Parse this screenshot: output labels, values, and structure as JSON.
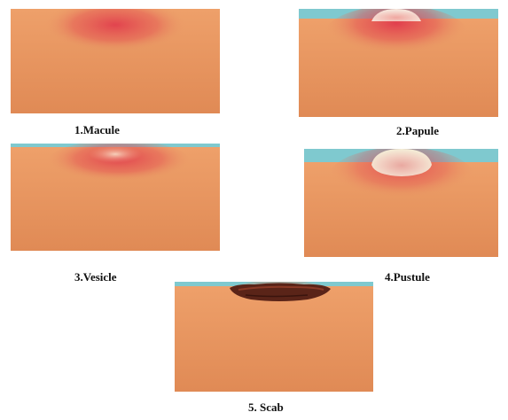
{
  "stages": [
    {
      "id": "macule",
      "caption": "1.Macule"
    },
    {
      "id": "papule",
      "caption": "2.Papule"
    },
    {
      "id": "vesicle",
      "caption": "3.Vesicle"
    },
    {
      "id": "pustule",
      "caption": "4.Pustule"
    },
    {
      "id": "scab",
      "caption": "5. Scab"
    }
  ],
  "colors": {
    "skin": "#e79a66",
    "skin_dark": "#d9834f",
    "surface_line": "#7fc9cf",
    "redness": "#e0344a",
    "blister_fluid": "#f4d4b8",
    "pus": "#efe7c8",
    "scab": "#5a2418"
  }
}
